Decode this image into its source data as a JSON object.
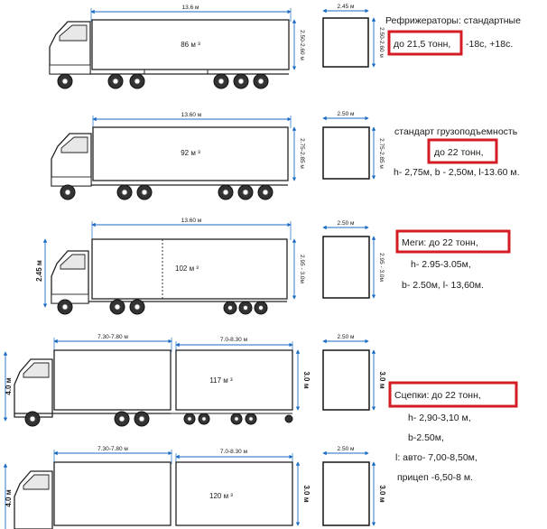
{
  "rows": [
    {
      "id": "refrigerator",
      "length_label": "13.6 м",
      "volume_label": "86 м ³",
      "height_label": "2.50-2.60 м",
      "section_width_label": "2.45 м",
      "section_height_label": "2.50-2.60 м",
      "notes": [
        "Рефрижераторы: стандартные"
      ],
      "highlighted": [
        "до 21,5 тонн,"
      ],
      "notes_after": [
        "-18с, +18с."
      ]
    },
    {
      "id": "standard",
      "length_label": "13.60 м",
      "volume_label": "92 м ³",
      "height_label": "2.75-2.85 м",
      "section_width_label": "2.50 м",
      "section_height_label": "2.75-2.85 м",
      "notes": [
        "стандарт грузоподъемность"
      ],
      "highlighted": [
        "до 22 тонн,"
      ],
      "notes_after": [
        "h- 2,75м, b - 2,50м, l-13.60 м."
      ]
    },
    {
      "id": "mega",
      "length_label": "13.60 м",
      "volume_label": "102 м ³",
      "height_label": "2.95 - 3.0м",
      "tractor_height_label": "2.45 м",
      "section_width_label": "2.50 м",
      "section_height_label": "2.95 - 3.0м",
      "highlighted": [
        "Меги: до 22 тонн,"
      ],
      "notes_after": [
        "h- 2.95-3.05м,",
        "b- 2.50м, l- 13,60м."
      ]
    },
    {
      "id": "trailer-1",
      "truck_length_label": "7.30-7.80 м",
      "trailer_length_label": "7.0-8.30 м",
      "volume_label": "117 м ³",
      "height_label": "3.0 м",
      "left_height_label": "4.0 м",
      "section_width_label": "2.50 м",
      "section_height_label": "3.0 м",
      "highlighted": [
        "Сцепки: до 22 тонн,"
      ],
      "notes_after": [
        "h- 2,90-3,10 м,",
        "b-2.50м,"
      ]
    },
    {
      "id": "trailer-2",
      "truck_length_label": "7.30-7.80 м",
      "trailer_length_label": "7.0-8.30 м",
      "volume_label": "120 м ³",
      "height_label": "3.0 м",
      "left_height_label": "4.0 м",
      "section_width_label": "2.50 м",
      "section_height_label": "3.0 м",
      "notes_after": [
        "l: авто- 7,00-8,50м,",
        "прицеп -6,50-8 м."
      ]
    }
  ],
  "colors": {
    "highlight": "#d31c24",
    "dimension": "#1b6bc4",
    "outline": "#222222"
  }
}
